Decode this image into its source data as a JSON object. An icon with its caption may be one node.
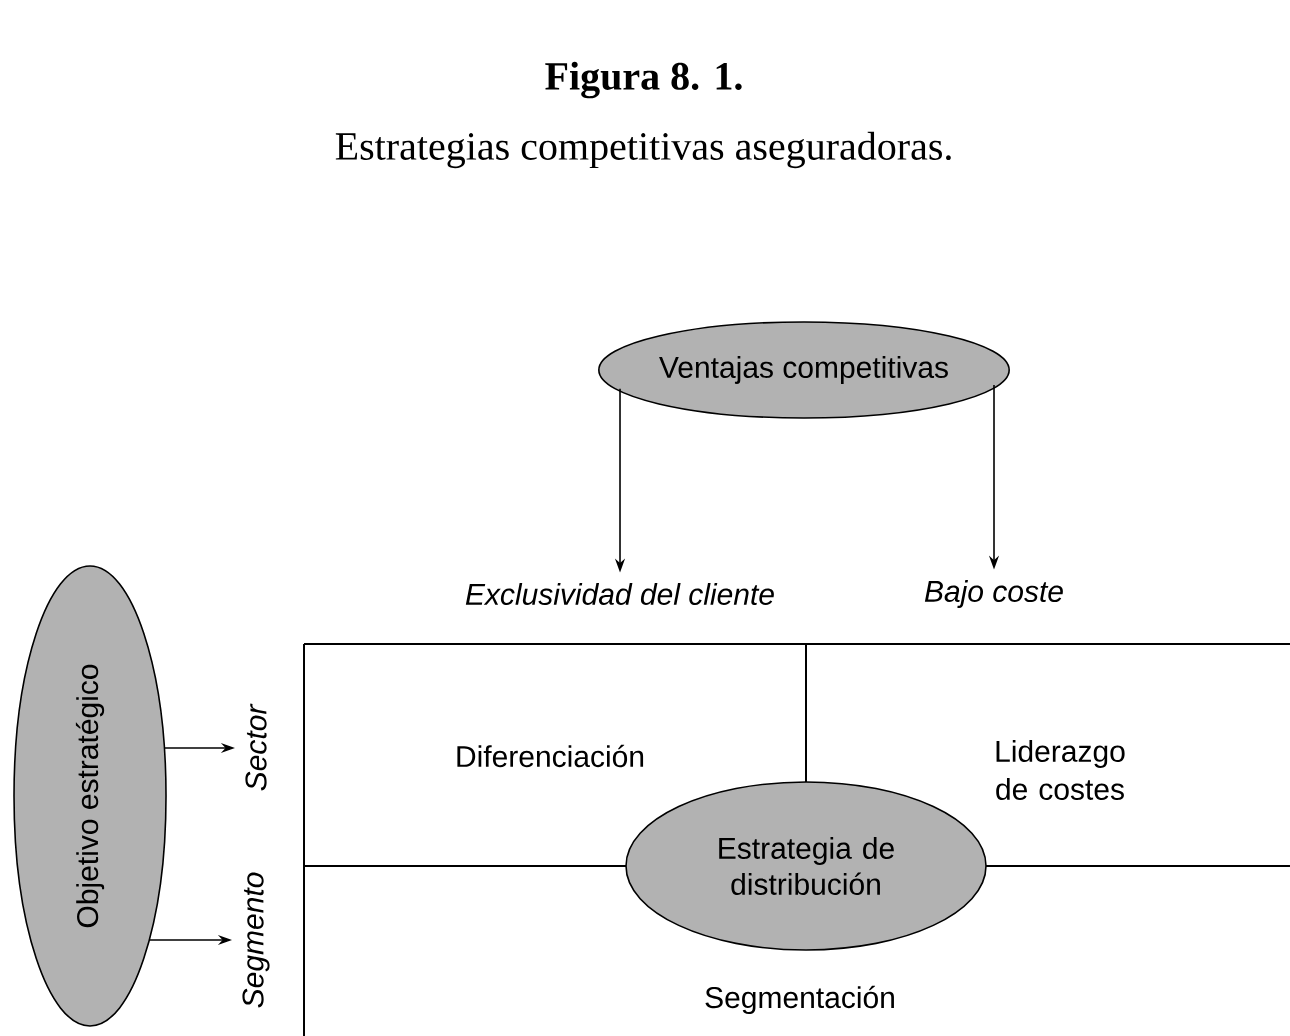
{
  "diagram": {
    "title": "Figura 8. 1.",
    "caption": "Estrategias competitivas aseguradoras.",
    "nodes": [
      {
        "text": [
          "Ventajas competitivas"
        ]
      },
      {
        "text": [
          "Exclusividad del cliente"
        ]
      },
      {
        "text": [
          "Bajo coste"
        ]
      },
      {
        "text": [
          "Objetivo estratégico"
        ]
      },
      {
        "text": [
          "Sector"
        ]
      },
      {
        "text": [
          "Segmento"
        ]
      },
      {
        "text": [
          "Estrategia de distribución"
        ]
      }
    ],
    "edges": [
      {
        "from": 0,
        "to": 1,
        "arrow": "to"
      },
      {
        "from": 0,
        "to": 2,
        "arrow": "to"
      },
      {
        "from": 3,
        "to": 4,
        "arrow": "to"
      },
      {
        "from": 3,
        "to": 5,
        "arrow": "to"
      }
    ],
    "labels": [
      "Diferenciación",
      "Liderazgo de costes",
      "Segmentación"
    ]
  }
}
